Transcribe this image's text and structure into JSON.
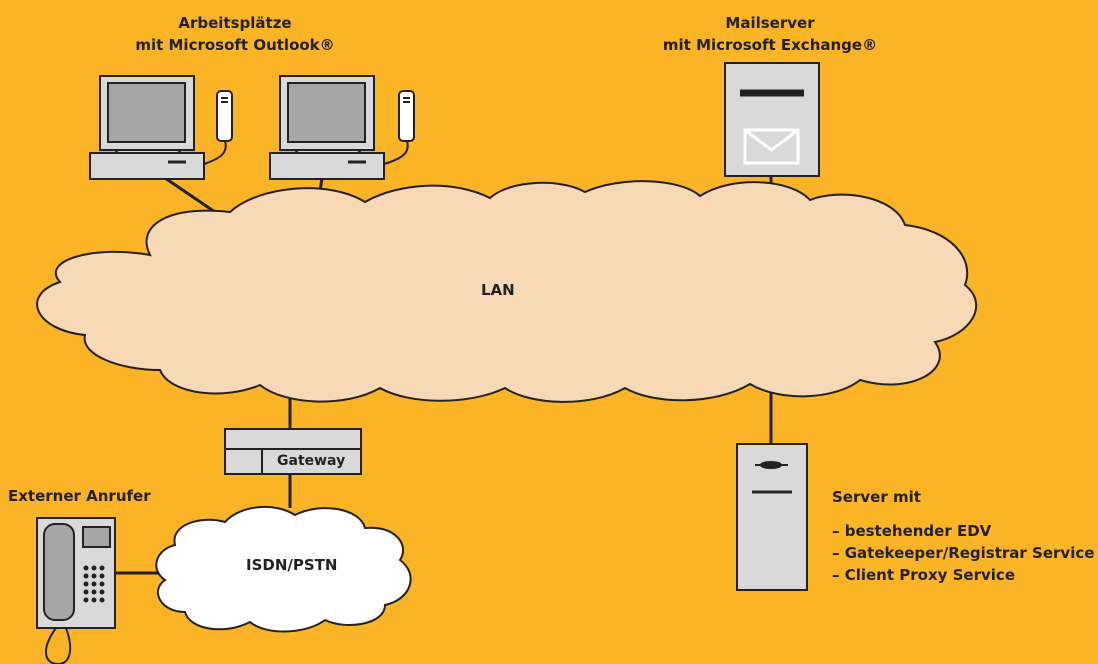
{
  "labels": {
    "workstations": [
      "Arbeitsplätze",
      "mit Microsoft Outlook®"
    ],
    "mailserver": [
      "Mailserver",
      "mit Microsoft Exchange®"
    ],
    "lan": "LAN",
    "gateway": "Gateway",
    "external_caller": "Externer Anrufer",
    "isdn": "ISDN/PSTN",
    "server_title": "Server mit",
    "server_items": [
      "– bestehender EDV",
      "– Gatekeeper/Registrar Service",
      "– Client Proxy Service"
    ]
  },
  "colors": {
    "background": "#FBB425",
    "cloud_fill": "#F8D9B5",
    "device_fill": "#D9D9D9",
    "stroke": "#222222"
  }
}
